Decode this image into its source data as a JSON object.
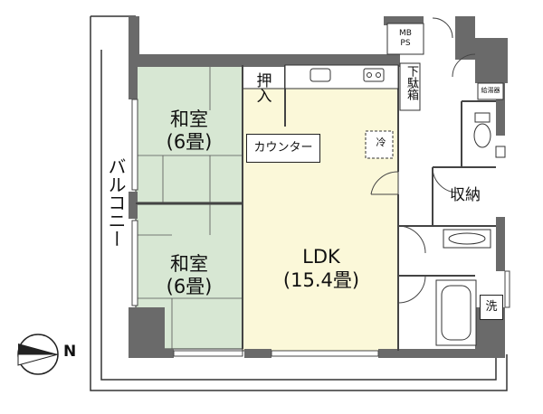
{
  "rooms": {
    "washitsu_top": {
      "name": "和室",
      "size": "(6畳)"
    },
    "washitsu_bottom": {
      "name": "和室",
      "size": "(6畳)"
    },
    "ldk": {
      "name": "LDK",
      "size": "(15.4畳)"
    },
    "shuno": {
      "name": "収納"
    }
  },
  "labels": {
    "balcony": "バルコニー",
    "oshiire": "押入",
    "counter": "カウンター",
    "geta_bako": "下駄箱",
    "rei": "冷",
    "sen": "洗",
    "mb": "MB",
    "ps": "PS",
    "kyutoki": "給湯器",
    "north": "N"
  },
  "colors": {
    "washitsu": "#d7e7d3",
    "ldk": "#fbf8d9",
    "wall": "#6a6a6a",
    "line": "#333333"
  }
}
